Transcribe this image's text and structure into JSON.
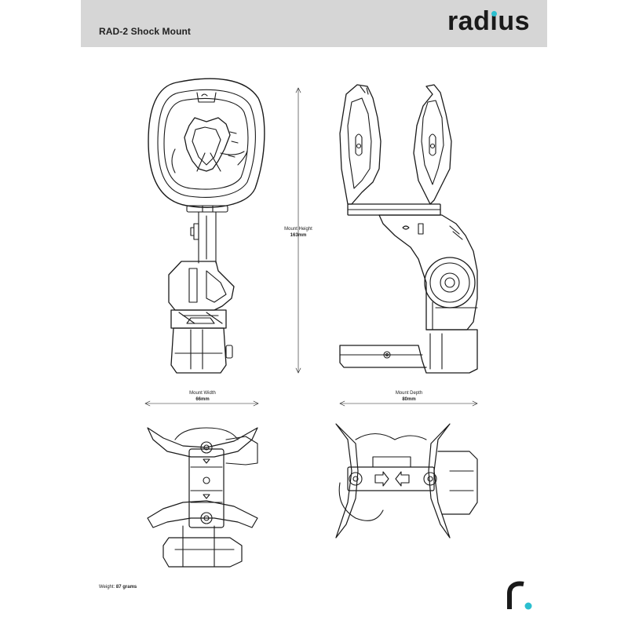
{
  "header": {
    "title": "RAD-2 Shock Mount",
    "brand": "radius",
    "accent_color": "#2bbfcf",
    "header_bg": "#d6d6d6"
  },
  "dimensions": {
    "height": {
      "label": "Mount Height",
      "value": "163mm"
    },
    "width": {
      "label": "Mount Width",
      "value": "66mm"
    },
    "depth": {
      "label": "Mount Depth",
      "value": "80mm"
    }
  },
  "footer": {
    "weight_label": "Weight:",
    "weight_value": "87 grams"
  },
  "views": [
    "front-view",
    "side-view",
    "top-view",
    "top-side-view"
  ],
  "icons": [
    "radius-r-logo-icon"
  ]
}
